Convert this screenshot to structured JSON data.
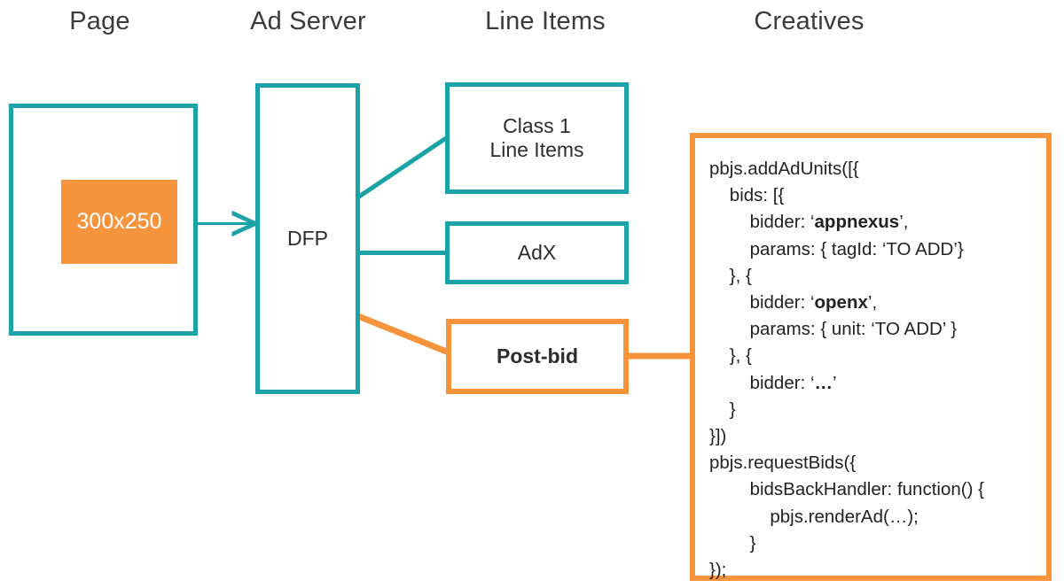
{
  "colors": {
    "teal": "#1ba3a8",
    "orange": "#f6943c",
    "slot_fill": "#f6953d",
    "text": "#2d2d2d",
    "heading": "#3b3b3b",
    "background": "#ffffff"
  },
  "headings": [
    {
      "label": "Page"
    },
    {
      "label": "Ad Server"
    },
    {
      "label": "Line Items"
    },
    {
      "label": "Creatives"
    }
  ],
  "boxes": {
    "page": {
      "label": ""
    },
    "ad_slot": {
      "label": "300x250"
    },
    "ad_server": {
      "label": "DFP"
    },
    "class1": {
      "label": "Class 1\nLine Items"
    },
    "adx": {
      "label": "AdX"
    },
    "post_bid": {
      "label": "Post-bid"
    }
  },
  "code": {
    "lines": [
      {
        "indent": 0,
        "parts": [
          {
            "t": "pbjs.addAdUnits([{",
            "b": false
          }
        ]
      },
      {
        "indent": 1,
        "parts": [
          {
            "t": "bids: [{",
            "b": false
          }
        ]
      },
      {
        "indent": 2,
        "parts": [
          {
            "t": "bidder: ‘",
            "b": false
          },
          {
            "t": "appnexus",
            "b": true
          },
          {
            "t": "’,",
            "b": false
          }
        ]
      },
      {
        "indent": 2,
        "parts": [
          {
            "t": "params: { tagId: ‘TO ADD’}",
            "b": false
          }
        ]
      },
      {
        "indent": 1,
        "parts": [
          {
            "t": "}, {",
            "b": false
          }
        ]
      },
      {
        "indent": 2,
        "parts": [
          {
            "t": "bidder: ‘",
            "b": false
          },
          {
            "t": "openx",
            "b": true
          },
          {
            "t": "’,",
            "b": false
          }
        ]
      },
      {
        "indent": 2,
        "parts": [
          {
            "t": "params: { unit: ‘TO ADD’ }",
            "b": false
          }
        ]
      },
      {
        "indent": 1,
        "parts": [
          {
            "t": "}, {",
            "b": false
          }
        ]
      },
      {
        "indent": 2,
        "parts": [
          {
            "t": "bidder: ‘",
            "b": false
          },
          {
            "t": "…",
            "b": true
          },
          {
            "t": "’",
            "b": false
          }
        ]
      },
      {
        "indent": 1,
        "parts": [
          {
            "t": "}",
            "b": false
          }
        ]
      },
      {
        "indent": 0,
        "parts": [
          {
            "t": "}])",
            "b": false
          }
        ]
      },
      {
        "indent": 0,
        "parts": [
          {
            "t": "pbjs.requestBids({",
            "b": false
          }
        ]
      },
      {
        "indent": 2,
        "parts": [
          {
            "t": "bidsBackHandler: function() {",
            "b": false
          }
        ]
      },
      {
        "indent": 3,
        "parts": [
          {
            "t": "pbjs.renderAd(…);",
            "b": false
          }
        ]
      },
      {
        "indent": 2,
        "parts": [
          {
            "t": "}",
            "b": false
          }
        ]
      },
      {
        "indent": 0,
        "parts": [
          {
            "t": "});",
            "b": false
          }
        ]
      }
    ]
  }
}
